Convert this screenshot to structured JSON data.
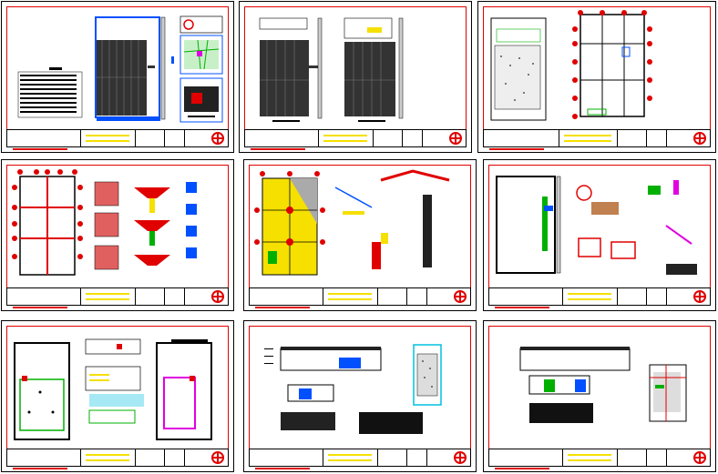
{
  "drawing": {
    "sheets": [
      {
        "id": "sheet-1"
      },
      {
        "id": "sheet-2"
      },
      {
        "id": "sheet-3"
      },
      {
        "id": "sheet-4"
      },
      {
        "id": "sheet-5"
      },
      {
        "id": "sheet-6"
      },
      {
        "id": "sheet-7"
      },
      {
        "id": "sheet-8"
      },
      {
        "id": "sheet-9"
      }
    ],
    "colors": {
      "frame": "#e00000",
      "title_block": "#000000",
      "highlight": "#f5e000",
      "blue": "#0050ff",
      "green": "#00b000",
      "magenta": "#e000e0",
      "cyan": "#00c0e0"
    }
  }
}
